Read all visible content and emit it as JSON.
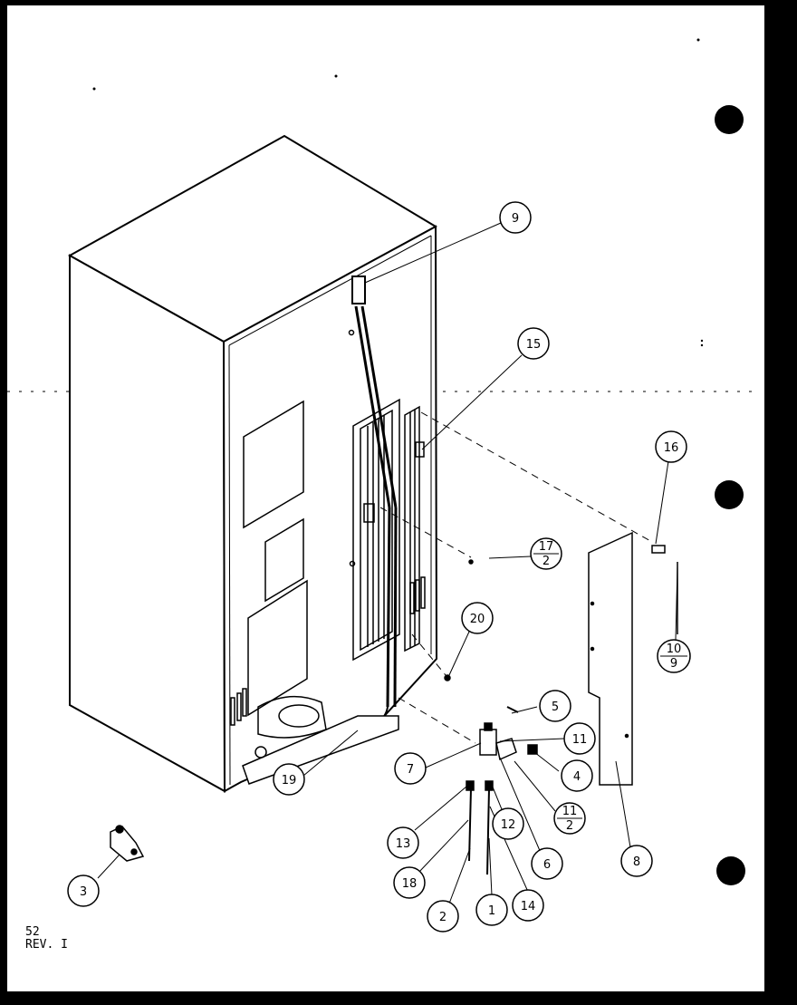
{
  "diagram": {
    "callouts": [
      {
        "id": "9",
        "label": "9"
      },
      {
        "id": "15",
        "label": "15"
      },
      {
        "id": "16",
        "label": "16"
      },
      {
        "id": "17-2",
        "top": "17",
        "bottom": "2"
      },
      {
        "id": "20",
        "label": "20"
      },
      {
        "id": "10-9",
        "top": "10",
        "bottom": "9"
      },
      {
        "id": "5",
        "label": "5"
      },
      {
        "id": "11",
        "label": "11"
      },
      {
        "id": "7",
        "label": "7"
      },
      {
        "id": "4",
        "label": "4"
      },
      {
        "id": "19",
        "label": "19"
      },
      {
        "id": "11-2",
        "top": "11",
        "bottom": "2"
      },
      {
        "id": "12",
        "label": "12"
      },
      {
        "id": "13",
        "label": "13"
      },
      {
        "id": "6",
        "label": "6"
      },
      {
        "id": "8",
        "label": "8"
      },
      {
        "id": "18",
        "label": "18"
      },
      {
        "id": "3",
        "label": "3"
      },
      {
        "id": "2",
        "label": "2"
      },
      {
        "id": "1",
        "label": "1"
      },
      {
        "id": "14",
        "label": "14"
      }
    ],
    "corner": {
      "page_number": "52",
      "revision": "REV. I"
    },
    "colors": {
      "ink": "#000000",
      "paper": "#ffffff"
    }
  }
}
